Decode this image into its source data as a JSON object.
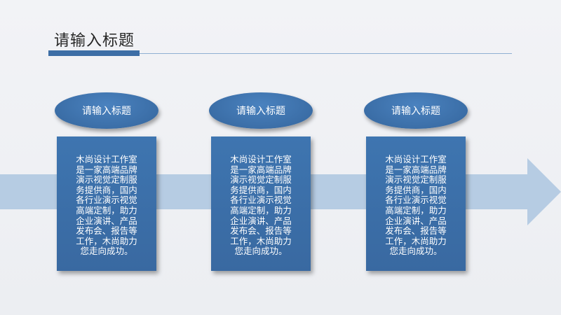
{
  "header": {
    "title": "请输入标题"
  },
  "colors": {
    "accent": "#3d6ea6",
    "arrow": "#b6cce3",
    "card": "#3b6ea7",
    "background": "#eef0f4"
  },
  "steps": [
    {
      "heading": "请输入标题",
      "body": "木尚设计工作室是一家高端品牌演示视觉定制服务提供商，国内各行业演示视觉高端定制，助力企业演讲、产品发布会、报告等工作，木尚助力您走向成功。"
    },
    {
      "heading": "请输入标题",
      "body": "木尚设计工作室是一家高端品牌演示视觉定制服务提供商，国内各行业演示视觉高端定制，助力企业演讲、产品发布会、报告等工作，木尚助力您走向成功。"
    },
    {
      "heading": "请输入标题",
      "body": "木尚设计工作室是一家高端品牌演示视觉定制服务提供商，国内各行业演示视觉高端定制，助力企业演讲、产品发布会、报告等工作，木尚助力您走向成功。"
    }
  ]
}
